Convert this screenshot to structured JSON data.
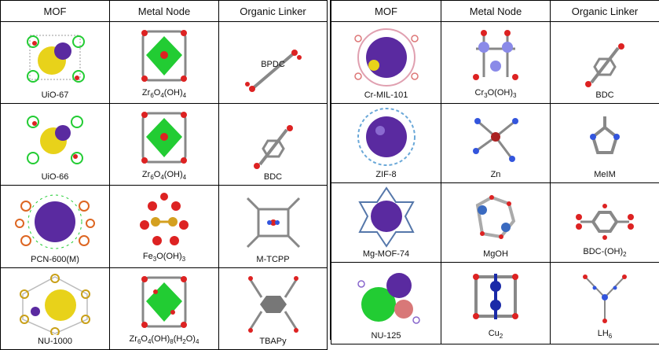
{
  "headers": [
    "MOF",
    "Metal Node",
    "Organic Linker"
  ],
  "left_rows": [
    {
      "mof": "UiO-67",
      "node": "Zr6O4(OH)4",
      "linker": "BPDC"
    },
    {
      "mof": "UiO-66",
      "node": "Zr6O4(OH)4",
      "linker": "BDC"
    },
    {
      "mof": "PCN-600(M)",
      "node": "Fe3O(OH)3",
      "linker": "M-TCPP"
    },
    {
      "mof": "NU-1000",
      "node": "Zr6O4(OH)8(H2O)4",
      "linker": "TBAPy"
    }
  ],
  "right_rows": [
    {
      "mof": "Cr-MIL-101",
      "node": "Cr3O(OH)3",
      "linker": "BDC"
    },
    {
      "mof": "ZIF-8",
      "node": "Zn",
      "linker": "MeIM"
    },
    {
      "mof": "Mg-MOF-74",
      "node": "MgOH",
      "linker": "BDC-(OH)2"
    },
    {
      "mof": "NU-125",
      "node": "Cu2",
      "linker": "LH6"
    }
  ],
  "colors": {
    "zr_node": "#22cc33",
    "oxygen": "#dd2222",
    "carbon": "#8a8a8a",
    "pore_purple": "#5a2aa0",
    "pore_yellow": "#e8d21a",
    "nitrogen": "#3355dd",
    "copper": "#1a2aa8"
  }
}
